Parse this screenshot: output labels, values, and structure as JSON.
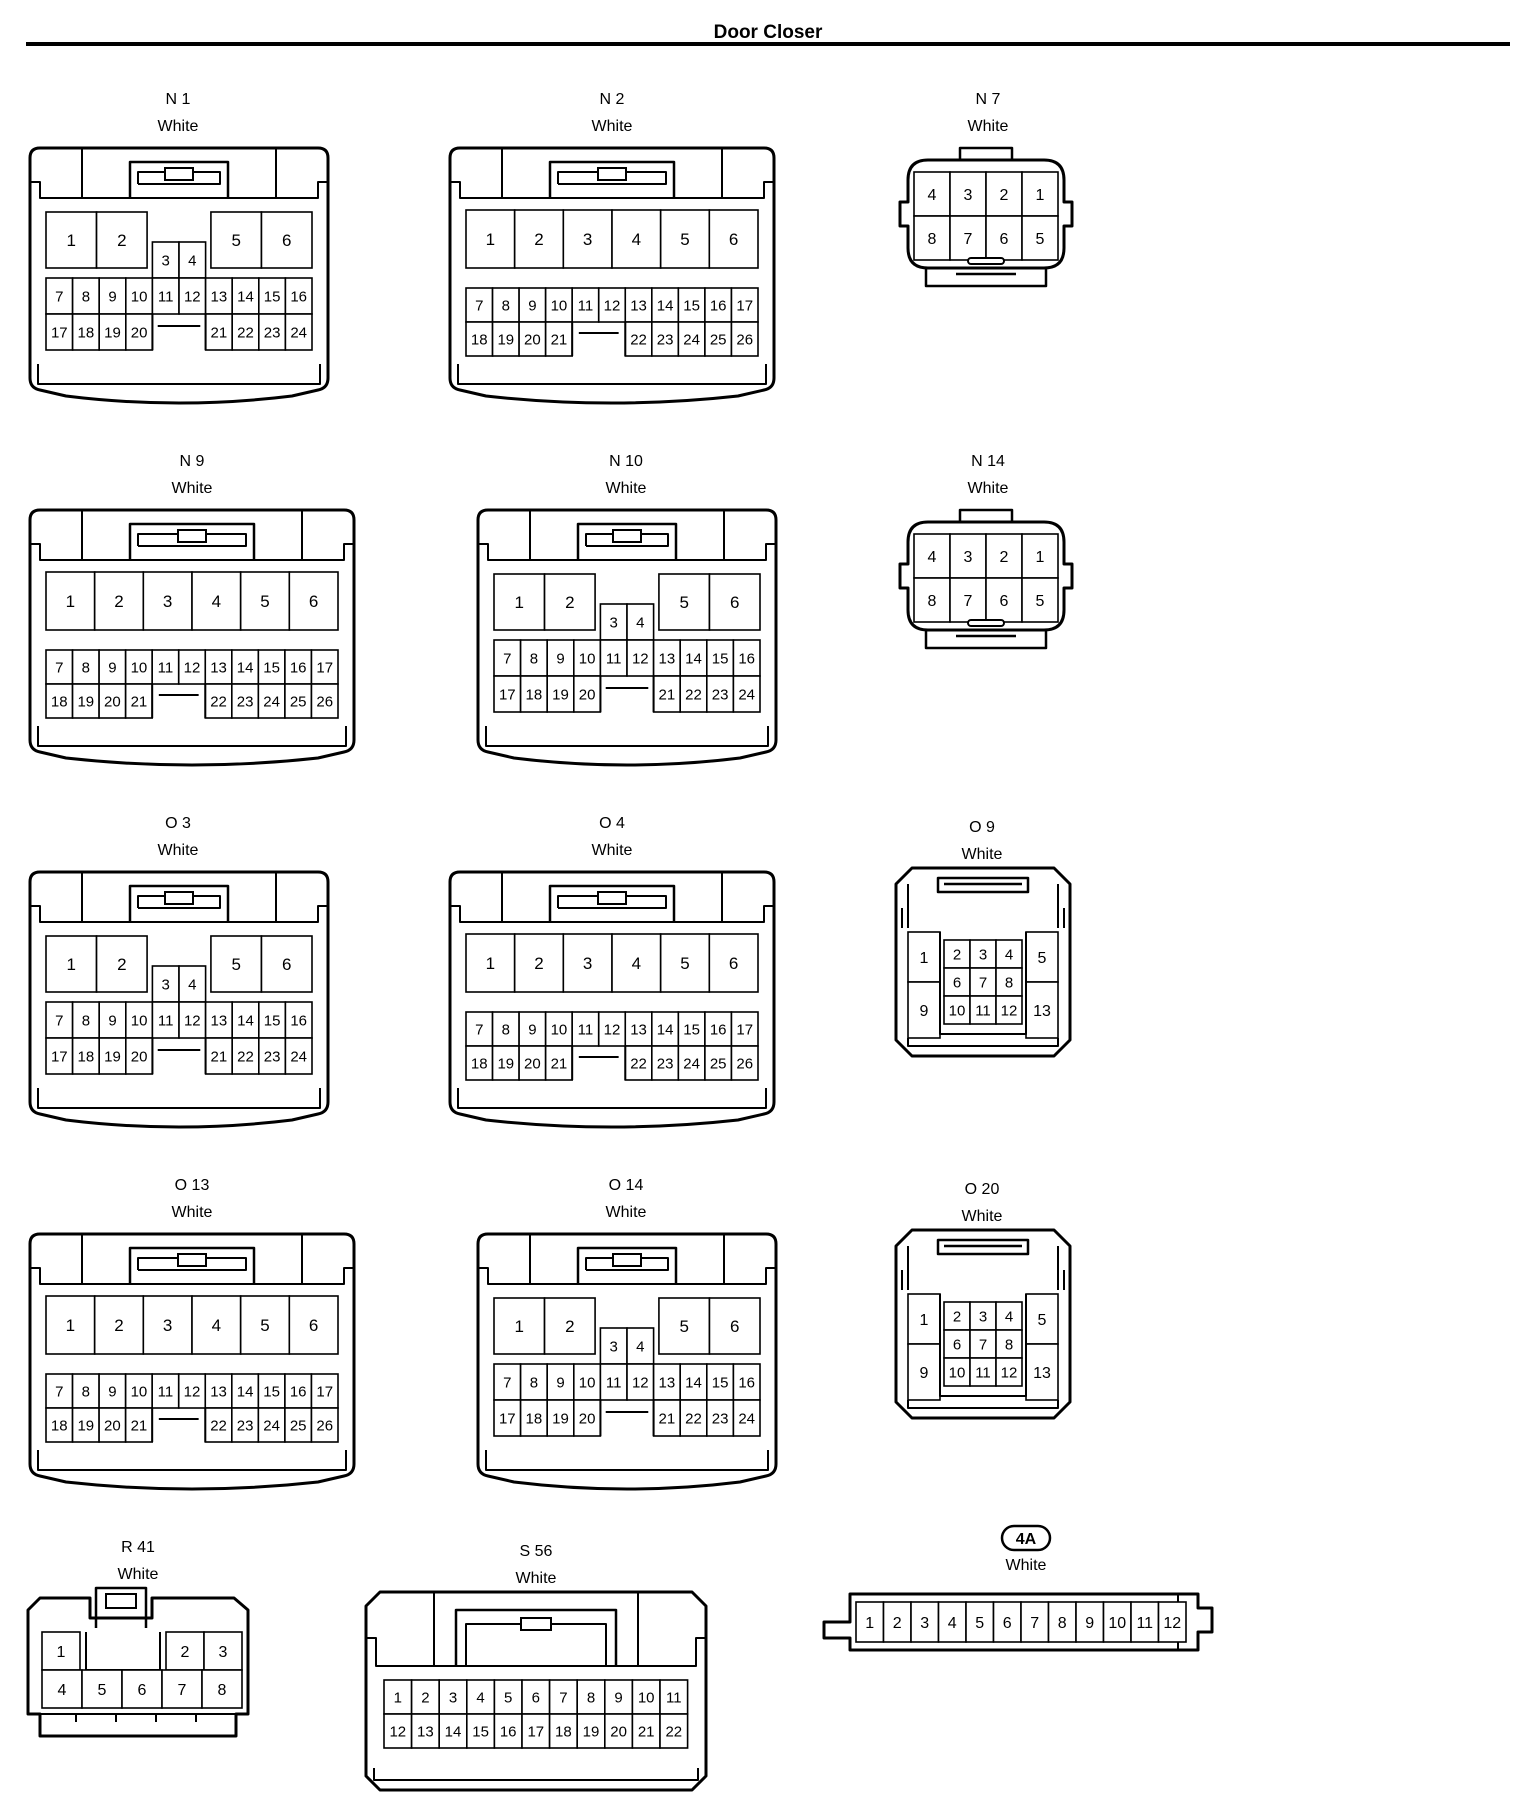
{
  "page": {
    "title": "Door Closer"
  },
  "connectors": [
    {
      "id": "N1",
      "code": "N 1",
      "color": "White",
      "style": "A24"
    },
    {
      "id": "N2",
      "code": "N 2",
      "color": "White",
      "style": "A26"
    },
    {
      "id": "N7",
      "code": "N 7",
      "color": "White",
      "style": "R8"
    },
    {
      "id": "N9",
      "code": "N 9",
      "color": "White",
      "style": "A26"
    },
    {
      "id": "N10",
      "code": "N 10",
      "color": "White",
      "style": "A24"
    },
    {
      "id": "N14",
      "code": "N 14",
      "color": "White",
      "style": "R8"
    },
    {
      "id": "O3",
      "code": "O 3",
      "color": "White",
      "style": "A24"
    },
    {
      "id": "O4",
      "code": "O 4",
      "color": "White",
      "style": "A26"
    },
    {
      "id": "O9",
      "code": "O 9",
      "color": "White",
      "style": "S13"
    },
    {
      "id": "O13",
      "code": "O 13",
      "color": "White",
      "style": "A26"
    },
    {
      "id": "O14",
      "code": "O 14",
      "color": "White",
      "style": "A24"
    },
    {
      "id": "O20",
      "code": "O 20",
      "color": "White",
      "style": "S13"
    },
    {
      "id": "R41",
      "code": "R 41",
      "color": "White",
      "style": "R8B"
    },
    {
      "id": "S56",
      "code": "S 56",
      "color": "White",
      "style": "S22"
    },
    {
      "id": "4A",
      "code": "4A",
      "color": "White",
      "style": "J12"
    }
  ],
  "pin_layouts": {
    "A24": {
      "top": [
        "1",
        "2",
        "5",
        "6"
      ],
      "middle": [
        "3",
        "4"
      ],
      "row1": [
        "7",
        "8",
        "9",
        "10",
        "11",
        "12",
        "13",
        "14",
        "15",
        "16"
      ],
      "row2": [
        "17",
        "18",
        "19",
        "20",
        "21",
        "22",
        "23",
        "24"
      ]
    },
    "A26": {
      "top": [
        "1",
        "2",
        "3",
        "4",
        "5",
        "6"
      ],
      "row1": [
        "7",
        "8",
        "9",
        "10",
        "11",
        "12",
        "13",
        "14",
        "15",
        "16",
        "17"
      ],
      "row2": [
        "18",
        "19",
        "20",
        "21",
        "22",
        "23",
        "24",
        "25",
        "26"
      ]
    },
    "R8": {
      "row1": [
        "4",
        "3",
        "2",
        "1"
      ],
      "row2": [
        "8",
        "7",
        "6",
        "5"
      ]
    },
    "S13": {
      "left": [
        "1",
        "9"
      ],
      "right": [
        "5",
        "13"
      ],
      "row1": [
        "2",
        "3",
        "4"
      ],
      "row2": [
        "6",
        "7",
        "8"
      ],
      "row3": [
        "10",
        "11",
        "12"
      ]
    },
    "R8B": {
      "row1": [
        "1",
        "2",
        "3"
      ],
      "row2": [
        "4",
        "5",
        "6",
        "7",
        "8"
      ]
    },
    "S22": {
      "row1": [
        "1",
        "2",
        "3",
        "4",
        "5",
        "6",
        "7",
        "8",
        "9",
        "10",
        "11"
      ],
      "row2": [
        "12",
        "13",
        "14",
        "15",
        "16",
        "17",
        "18",
        "19",
        "20",
        "21",
        "22"
      ]
    },
    "J12": {
      "row1": [
        "1",
        "2",
        "3",
        "4",
        "5",
        "6",
        "7",
        "8",
        "9",
        "10",
        "11",
        "12"
      ]
    }
  }
}
